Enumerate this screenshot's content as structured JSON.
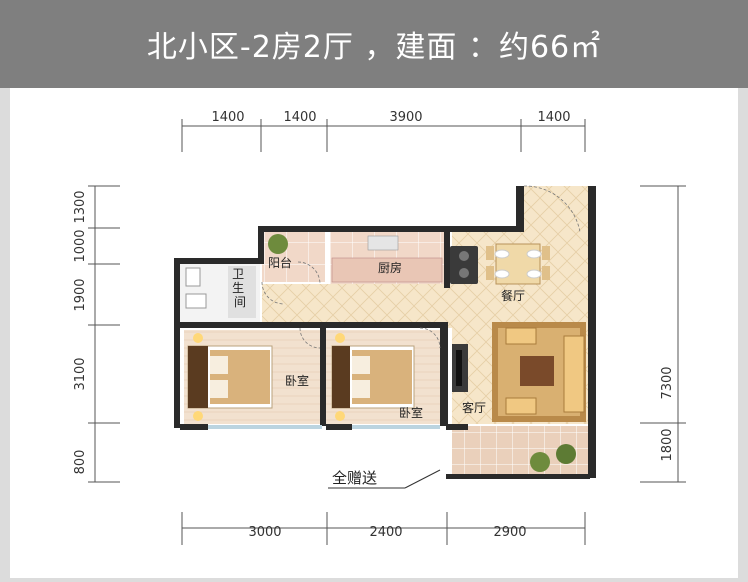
{
  "title": "北小区-2房2厅 ，建面 ：约66㎡",
  "dimensions": {
    "top": [
      "1400",
      "1400",
      "3900",
      "1400"
    ],
    "bottom": [
      "3000",
      "2400",
      "2900"
    ],
    "left": [
      "1300",
      "1000",
      "1900",
      "3100",
      "800"
    ],
    "right": [
      "7300",
      "1800"
    ]
  },
  "rooms": {
    "balcony": "阳台",
    "kitchen": "厨房",
    "dining": "餐厅",
    "bathroom": "卫生间",
    "bedroom1": "卧室",
    "bedroom2": "卧室",
    "living": "客厅"
  },
  "annotation": "全赠送",
  "colors": {
    "title_bg": "#7f7f7f",
    "wall": "#222222",
    "floor": "#f4e3c4",
    "bedroom_floor": "#f0dcc8",
    "terrace": "#e8c9b0"
  }
}
